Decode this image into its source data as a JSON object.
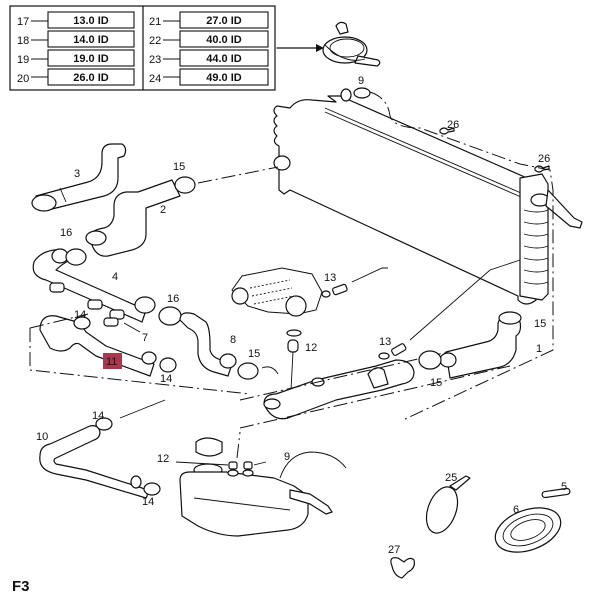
{
  "figure_label": "F3",
  "highlight": {
    "label": "11",
    "color": "#a8384e"
  },
  "size_table": {
    "left": [
      {
        "num": "17",
        "value": "13.0 ID"
      },
      {
        "num": "18",
        "value": "14.0 ID"
      },
      {
        "num": "19",
        "value": "19.0 ID"
      },
      {
        "num": "20",
        "value": "26.0 ID"
      }
    ],
    "right": [
      {
        "num": "21",
        "value": "27.0 ID"
      },
      {
        "num": "22",
        "value": "40.0 ID"
      },
      {
        "num": "23",
        "value": "44.0 ID"
      },
      {
        "num": "24",
        "value": "49.0 ID"
      }
    ]
  },
  "callouts": {
    "c9a": "9",
    "c26a": "26",
    "c26b": "26",
    "c3": "3",
    "c15a": "15",
    "c2": "2",
    "c16a": "16",
    "c4": "4",
    "c16b": "16",
    "c14a": "14",
    "c7": "7",
    "c14b": "14",
    "c8": "8",
    "c15b": "15",
    "c12a": "12",
    "c13a": "13",
    "c13b": "13",
    "c15c": "15",
    "c1": "1",
    "c15d": "15",
    "c14c": "14",
    "c10": "10",
    "c14d": "14",
    "c12b": "12",
    "c9b": "9",
    "c25": "25",
    "c5": "5",
    "c6": "6",
    "c27": "27"
  }
}
